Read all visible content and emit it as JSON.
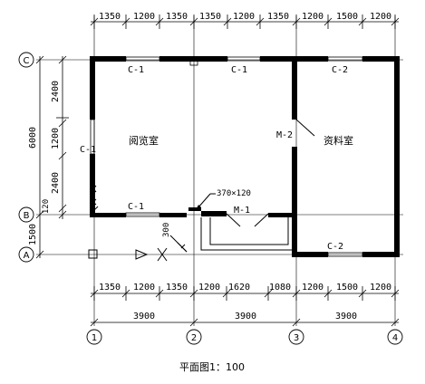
{
  "title": "平面图1：100",
  "rooms": [
    {
      "id": "reading",
      "label": "阅览室"
    },
    {
      "id": "archive",
      "label": "资料室"
    }
  ],
  "doors": [
    {
      "id": "m2",
      "label": "M-2"
    },
    {
      "id": "m1",
      "label": "M-1"
    }
  ],
  "windows": {
    "c1_top_left": "C-1",
    "c1_top_mid": "C-1",
    "c2_top_right": "C-2",
    "c1_left": "C-1",
    "c1_bottom": "C-1",
    "c2_bottom": "C-2"
  },
  "annotations": {
    "wall_size": "370×120",
    "step": "300"
  },
  "dimensions": {
    "top": [
      "1350",
      "1200",
      "1350",
      "1350",
      "1200",
      "1350",
      "1200",
      "1500",
      "1200"
    ],
    "bottom_detail": [
      "1350",
      "1200",
      "1350",
      "1200",
      "1620",
      "1080",
      "1200",
      "1500",
      "1200"
    ],
    "bottom_axis": [
      "3900",
      "3900",
      "3900"
    ],
    "left_detail": [
      "2400",
      "1200",
      "2400",
      "120"
    ],
    "left_total": "6000",
    "left_lower": "1500"
  },
  "axes": {
    "vertical": [
      "1",
      "2",
      "3",
      "4"
    ],
    "horizontal": [
      "C",
      "B",
      "A"
    ]
  }
}
